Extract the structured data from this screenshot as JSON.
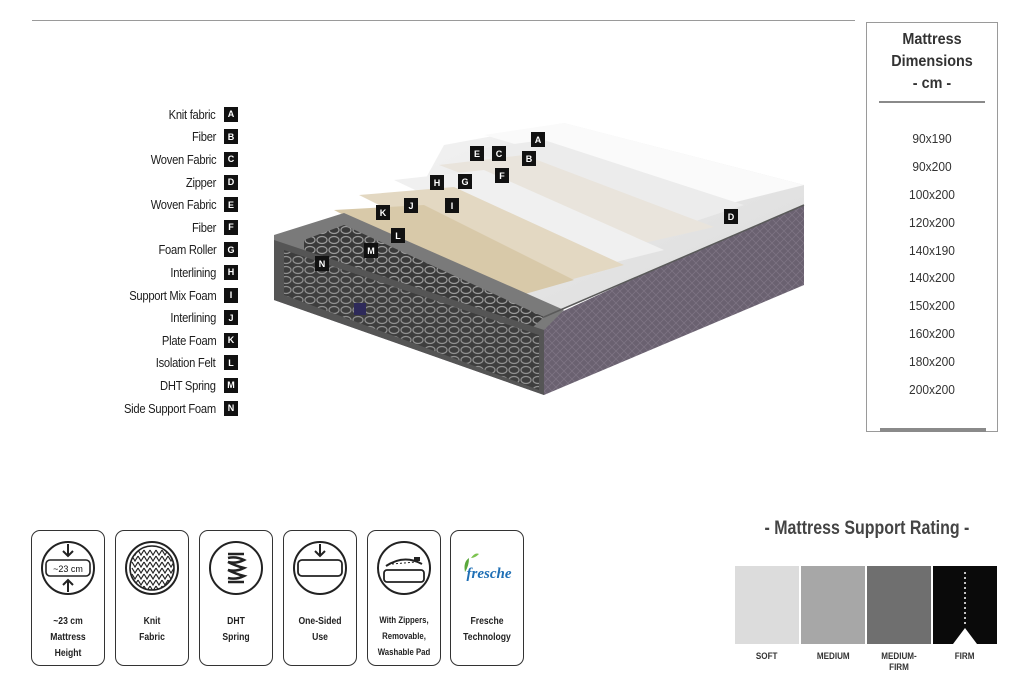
{
  "layers": [
    {
      "label": "Knit fabric",
      "code": "A"
    },
    {
      "label": "Fiber",
      "code": "B"
    },
    {
      "label": "Woven Fabric",
      "code": "C"
    },
    {
      "label": "Zipper",
      "code": "D"
    },
    {
      "label": "Woven Fabric",
      "code": "E"
    },
    {
      "label": "Fiber",
      "code": "F"
    },
    {
      "label": "Foam Roller",
      "code": "G"
    },
    {
      "label": "Interlining",
      "code": "H"
    },
    {
      "label": "Support Mix Foam",
      "code": "I"
    },
    {
      "label": "Interlining",
      "code": "J"
    },
    {
      "label": "Plate Foam",
      "code": "K"
    },
    {
      "label": "Isolation Felt",
      "code": "L"
    },
    {
      "label": "DHT Spring",
      "code": "M"
    },
    {
      "label": "Side Support Foam",
      "code": "N"
    }
  ],
  "dimensions": {
    "title_line1": "Mattress",
    "title_line2": "Dimensions",
    "title_line3": "- cm -",
    "sizes": [
      "90x190",
      "90x200",
      "100x200",
      "120x200",
      "140x190",
      "140x200",
      "150x200",
      "160x200",
      "180x200",
      "200x200"
    ]
  },
  "features": [
    {
      "icon": "height-icon",
      "icon_text": "~23 cm",
      "lines": [
        "~23 cm",
        "Mattress",
        "Height"
      ]
    },
    {
      "icon": "knit-fabric-icon",
      "lines": [
        "Knit",
        "Fabric"
      ]
    },
    {
      "icon": "dht-spring-icon",
      "lines": [
        "DHT",
        "Spring"
      ]
    },
    {
      "icon": "one-sided-icon",
      "lines": [
        "One-Sided",
        "Use"
      ]
    },
    {
      "icon": "zipper-pad-icon",
      "lines": [
        "With Zippers,",
        "Removable,",
        "Washable Pad"
      ]
    },
    {
      "icon": "fresche-logo",
      "icon_text": "fresche",
      "lines": [
        "Fresche",
        "Technology"
      ]
    }
  ],
  "support_rating": {
    "title": "- Mattress Support Rating -",
    "levels": [
      "SOFT",
      "MEDIUM",
      "MEDIUM-FIRM",
      "FIRM"
    ],
    "selected": "FIRM",
    "colors": [
      "#dcdcdc",
      "#a7a7a7",
      "#6f6f6f",
      "#0a0a0a"
    ]
  }
}
